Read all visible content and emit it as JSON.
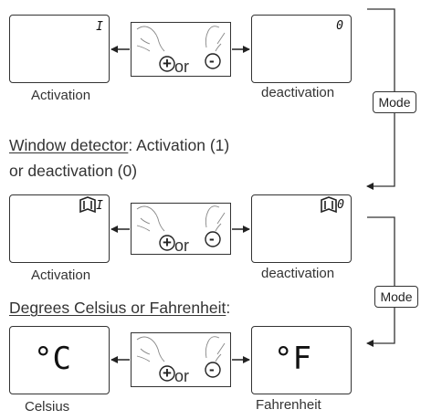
{
  "row1": {
    "left_display": "I",
    "right_display": "0",
    "caption_left": "Activation",
    "caption_right": "deactivation",
    "or_label": "or",
    "plus_symbol": "+",
    "minus_symbol": "-"
  },
  "mode_label": "Mode",
  "section2": {
    "heading_underlined": "Window detector",
    "heading_rest": ": Activation (1)",
    "heading_line2": "or deactivation (0)",
    "left_display": "I",
    "right_display": "0",
    "caption_left": "Activation",
    "caption_right": "deactivation",
    "or_label": "or",
    "plus_symbol": "+",
    "minus_symbol": "-"
  },
  "section3": {
    "heading_underlined": "Degrees Celsius or Fahrenheit",
    "heading_rest": ":",
    "left_display": "°C",
    "right_display": "°F",
    "caption_left": "Celsius",
    "caption_right": "Fahrenheit",
    "or_label": "or",
    "plus_symbol": "+",
    "minus_symbol": "-"
  },
  "icons": [
    "window-icon",
    "hand-pointer-icon",
    "arrow-left-icon",
    "arrow-right-icon"
  ]
}
